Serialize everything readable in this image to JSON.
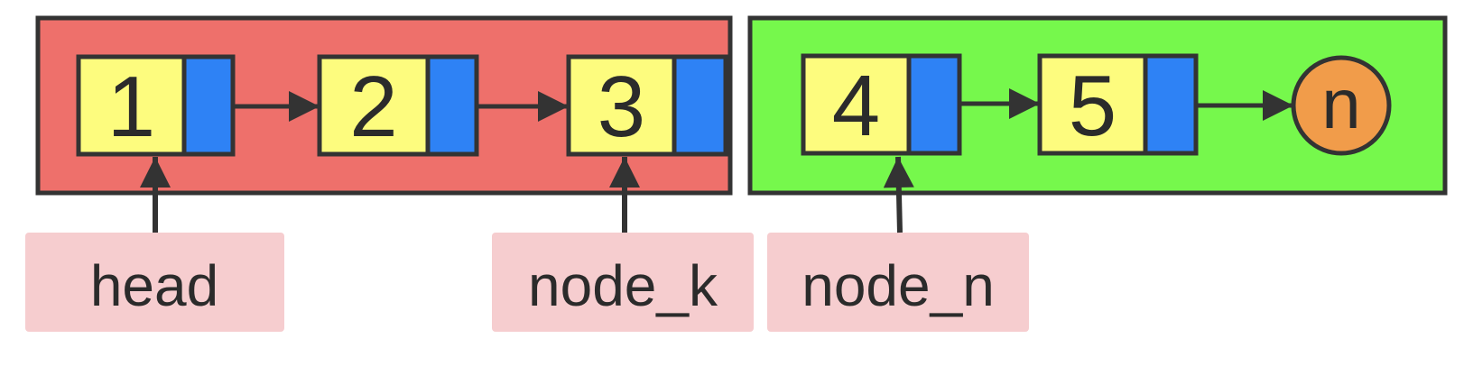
{
  "colors": {
    "group_left": "#ee706b",
    "group_right": "#76f84c",
    "node_value": "#fdfc7e",
    "node_pointer": "#2e82f5",
    "tail_circle": "#f19c4a",
    "label_box": "#f6cdcf",
    "stroke": "#333333"
  },
  "nodes": [
    {
      "value": "1"
    },
    {
      "value": "2"
    },
    {
      "value": "3"
    },
    {
      "value": "4"
    },
    {
      "value": "5"
    }
  ],
  "tail": {
    "label": "n"
  },
  "labels": {
    "head": "head",
    "node_k": "node_k",
    "node_n": "node_n"
  }
}
